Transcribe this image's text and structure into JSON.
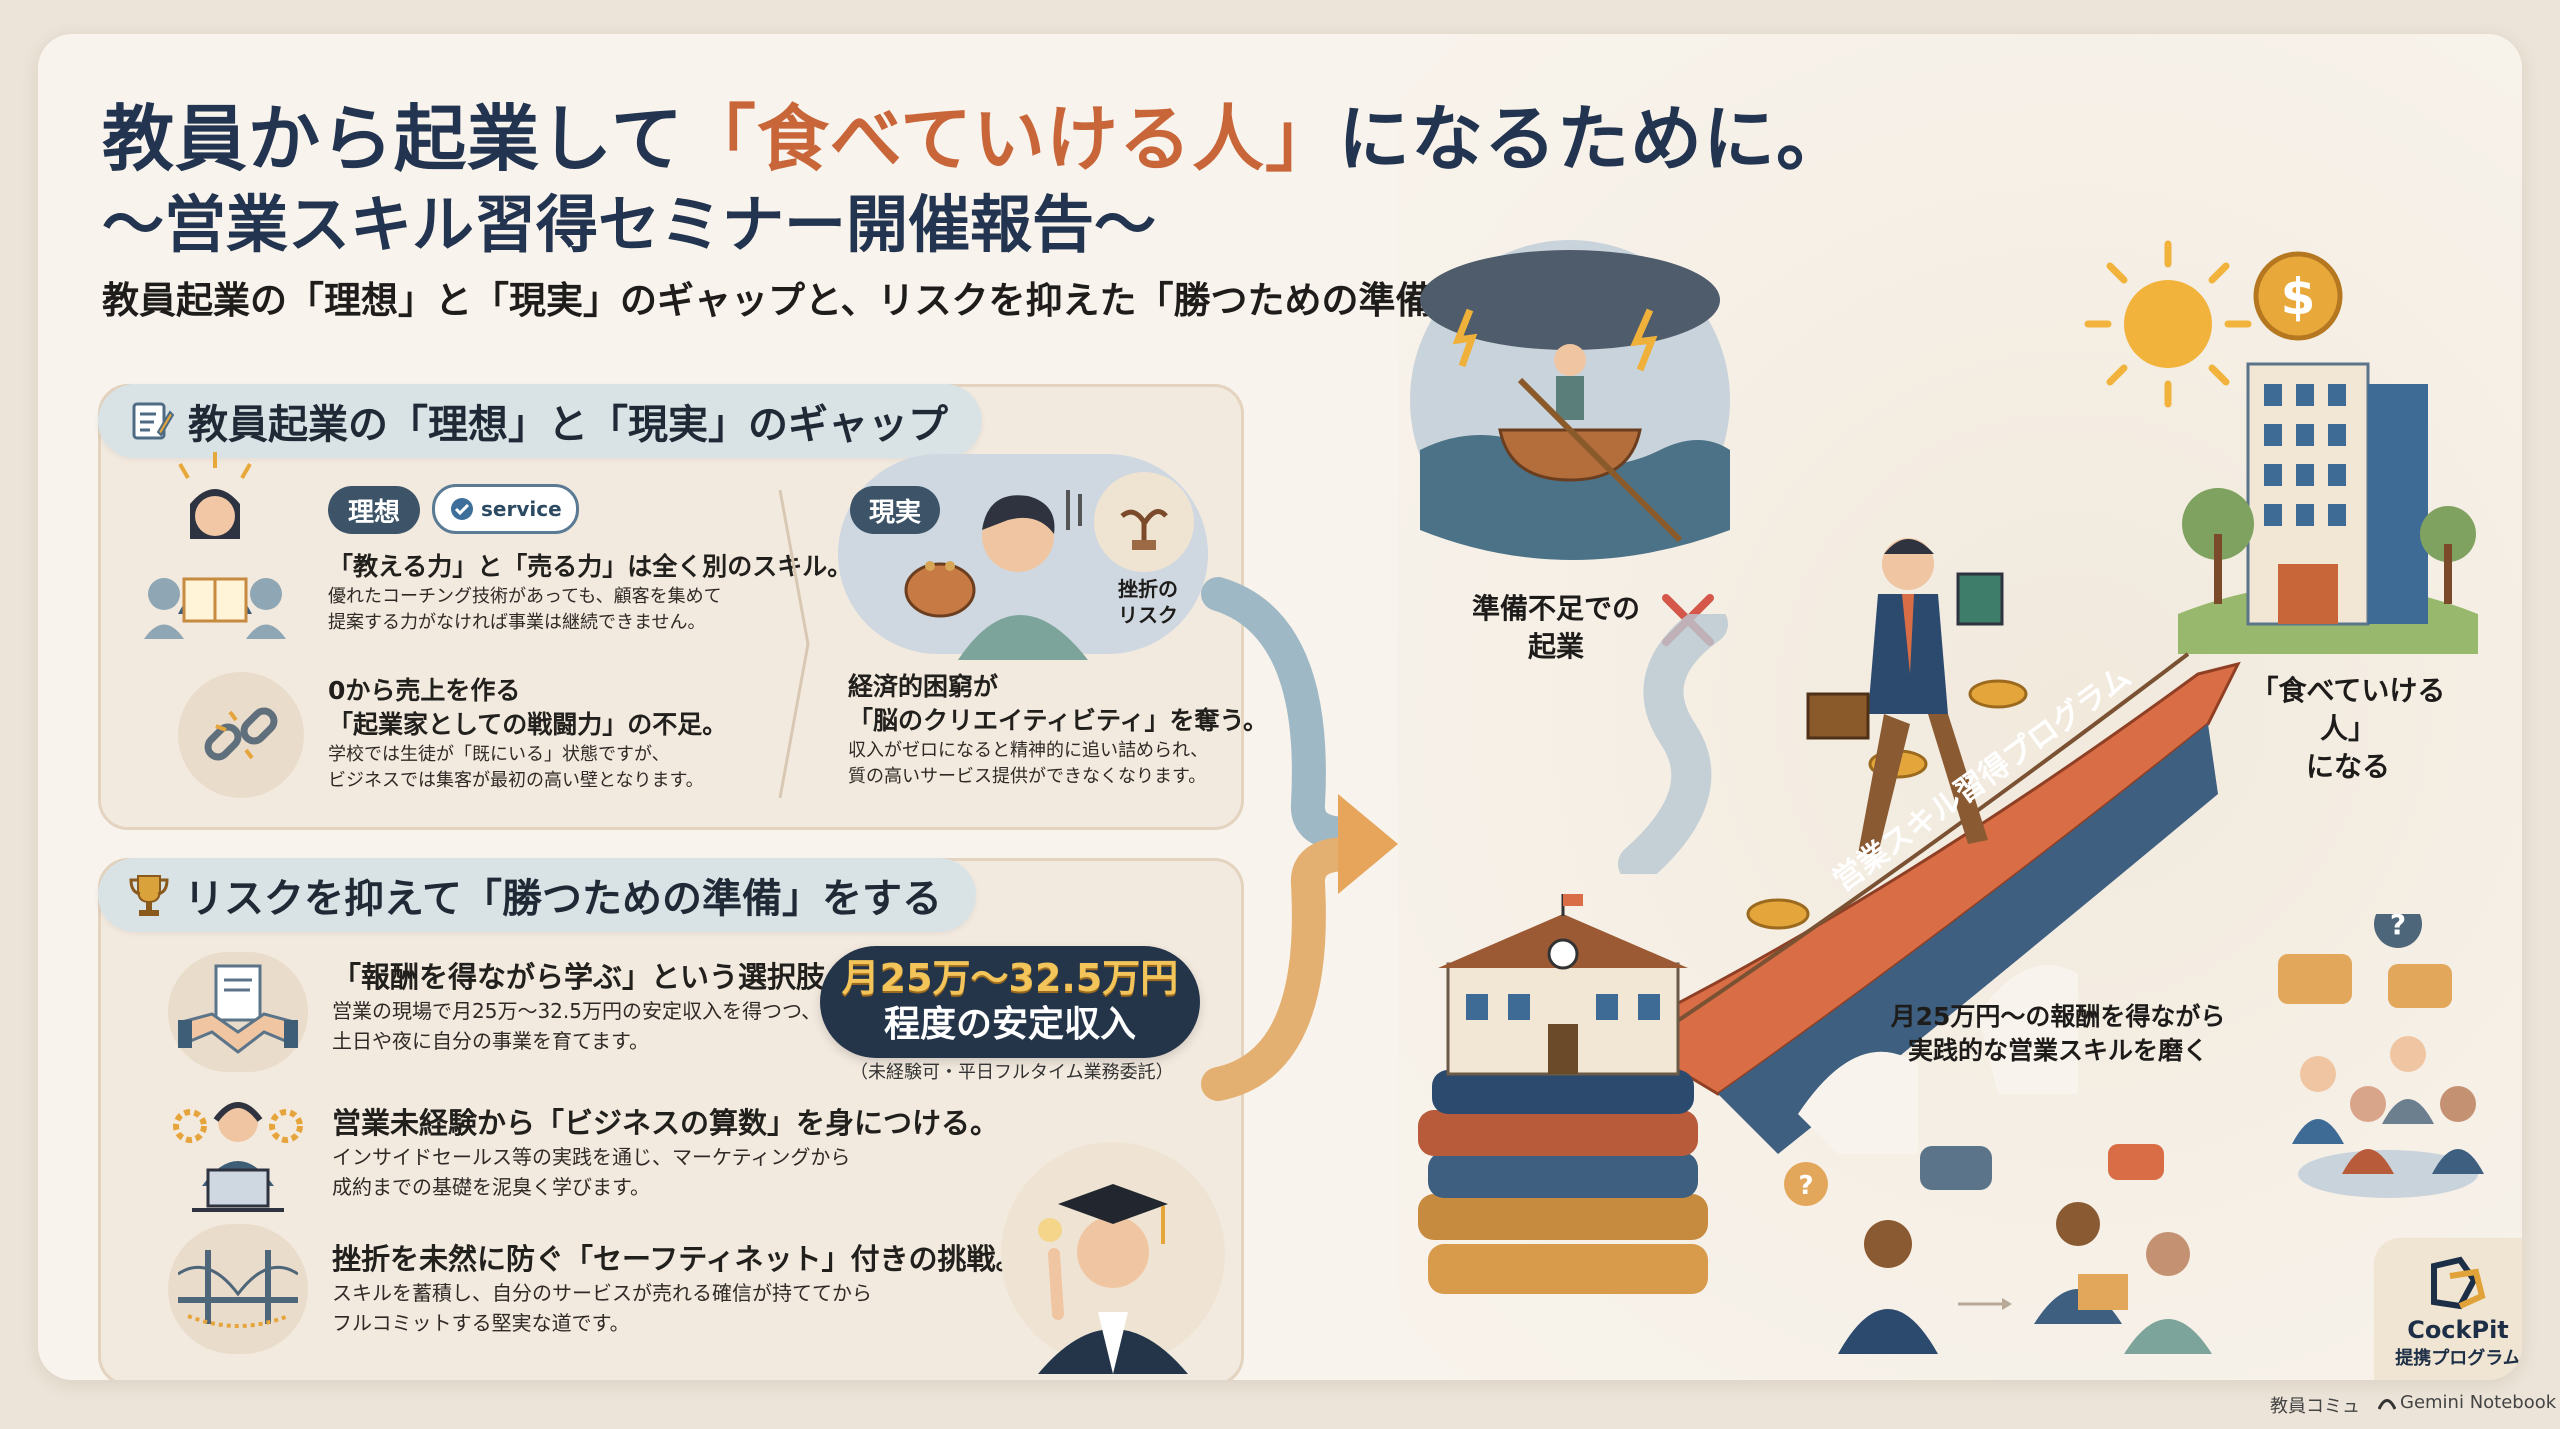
{
  "title": {
    "line1_pre": "教員から起業して",
    "line1_highlight": "「食べていける人」",
    "line1_post": "になるために。",
    "line2": "〜営業スキル習得セミナー開催報告〜",
    "subtitle": "教員起業の「理想」と「現実」のギャップと、リスクを抑えた「勝つための準備」"
  },
  "gap_section": {
    "heading": "教員起業の「理想」と「現実」のギャップ",
    "ideal_tag": "理想",
    "service_tag": "service",
    "reality_tag": "現実",
    "frustration_label": "挫折の\nリスク",
    "items": [
      {
        "lead": "「教える力」と「売る力」は全く別のスキル。",
        "body1": "優れたコーチング技術があっても、顧客を集めて",
        "body2": "提案する力がなければ事業は継続できません。"
      },
      {
        "lead": "0から売上を作る",
        "lead2": "「起業家としての戦闘力」の不足。",
        "body1": "学校では生徒が「既にいる」状態ですが、",
        "body2": "ビジネスでは集客が最初の高い壁となります。"
      },
      {
        "lead": "経済的困窮が",
        "lead2": "「脳のクリエイティビティ」を奪う。",
        "body1": "収入がゼロになると精神的に追い詰められ、",
        "body2": "質の高いサービス提供ができなくなります。"
      }
    ]
  },
  "prep_section": {
    "heading": "リスクを抑えて「勝つための準備」をする",
    "items": [
      {
        "lead": "「報酬を得ながら学ぶ」という選択肢。",
        "body1": "営業の現場で月25万〜32.5万円の安定収入を得つつ、",
        "body2": "土日や夜に自分の事業を育てます。"
      },
      {
        "lead": "営業未経験から「ビジネスの算数」を身につける。",
        "body1": "インサイドセールス等の実践を通じ、マーケティングから",
        "body2": "成約までの基礎を泥臭く学びます。"
      },
      {
        "lead": "挫折を未然に防ぐ「セーフティネット」付きの挑戦。",
        "body1": "スキルを蓄積し、自分のサービスが売れる確信が持ててから",
        "body2": "フルコミットする堅実な道です。"
      }
    ],
    "salary_line1": "月25万〜32.5万円",
    "salary_line2": "程度の安定収入",
    "salary_note": "（未経験可・平日フルタイム業務委託）"
  },
  "illustration": {
    "unprepared_label": "準備不足での\n起業",
    "goal_label": "「食べていける人」\nになる",
    "bridge_label": "営業スキル習得プログラム",
    "practice_label": "月25万円〜の報酬を得ながら\n実践的な営業スキルを磨く"
  },
  "branding": {
    "logo_name": "CockPit",
    "logo_sub": "提携プログラム",
    "footer_left": "教員コミュ",
    "footer_right": "Gemini Notebook"
  },
  "colors": {
    "navy": "#22344f",
    "accent_orange": "#c8663a",
    "gold": "#f2c45a",
    "panel_bg": "#f3eadf",
    "header_pill": "#d9e3e6"
  }
}
